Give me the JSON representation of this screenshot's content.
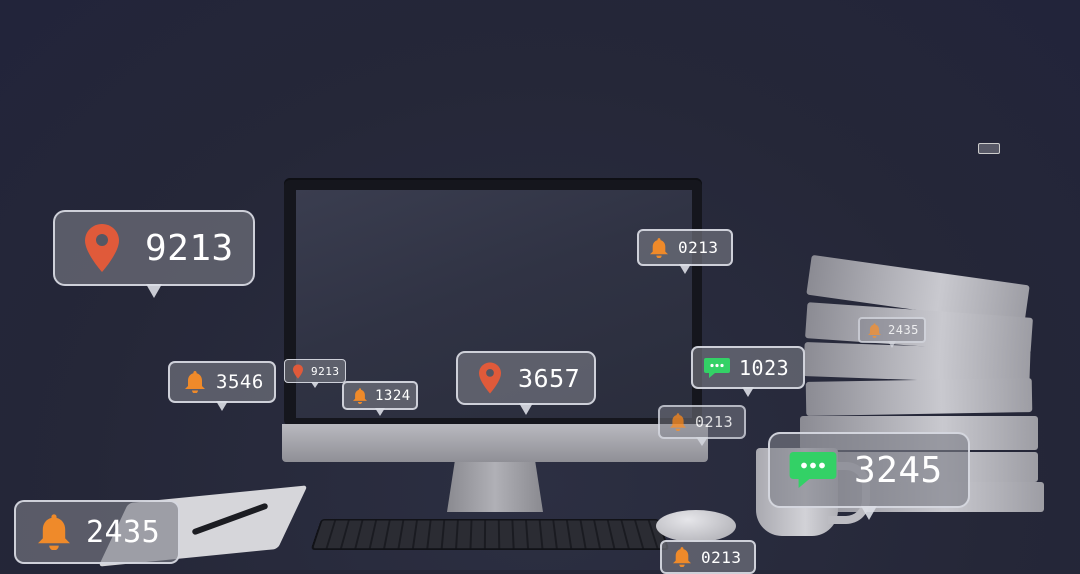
{
  "bubbles": [
    {
      "id": "b1",
      "icon": "map-pin-icon",
      "color": "#e05a3a",
      "value": "9213"
    },
    {
      "id": "b2",
      "icon": "bell-icon",
      "color": "#ef8a2a",
      "value": "3546"
    },
    {
      "id": "b3",
      "icon": "map-pin-icon",
      "color": "#e05a3a",
      "value": "9213"
    },
    {
      "id": "b4",
      "icon": "bell-icon",
      "color": "#ef8a2a",
      "value": "1324"
    },
    {
      "id": "b5",
      "icon": "map-pin-icon",
      "color": "#e05a3a",
      "value": "3657"
    },
    {
      "id": "b6",
      "icon": "bell-icon",
      "color": "#ef8a2a",
      "value": "0213"
    },
    {
      "id": "b7",
      "icon": "chat-icon",
      "color": "#33d166",
      "value": "1023"
    },
    {
      "id": "b8",
      "icon": "bell-icon",
      "color": "#ef8a2a",
      "value": "0213"
    },
    {
      "id": "b9",
      "icon": "bell-icon",
      "color": "#ef8a2a",
      "value": "2435"
    },
    {
      "id": "b10",
      "icon": "chat-icon",
      "color": "#33d166",
      "value": "3245"
    },
    {
      "id": "b11",
      "icon": "bell-icon",
      "color": "#ef8a2a",
      "value": "2435"
    },
    {
      "id": "b12",
      "icon": "bell-icon",
      "color": "#ef8a2a",
      "value": "0213"
    }
  ]
}
